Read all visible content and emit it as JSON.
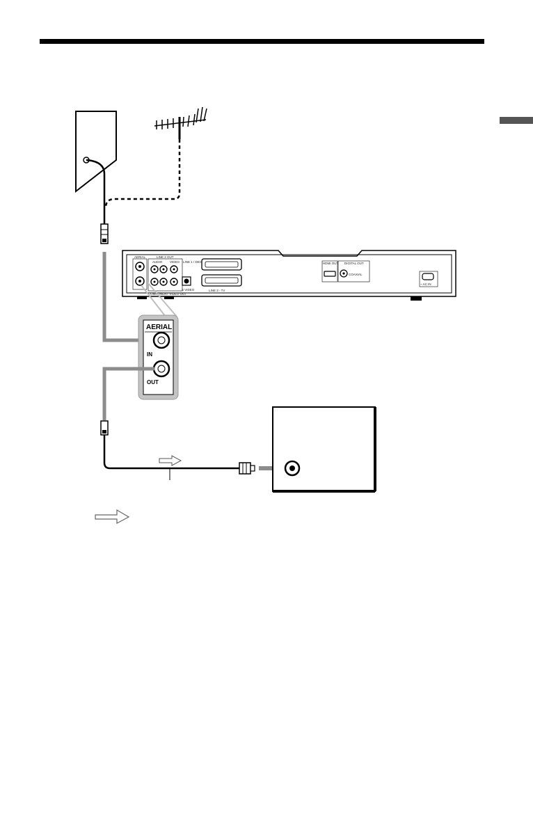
{
  "recorder_panel": {
    "aerial": "AERIAL",
    "line2_out": "LINE 2 OUT",
    "audio": "AUDIO",
    "video": "VIDEO",
    "line1_decoder": "LINE 1 / DECODER",
    "s_video": "S VIDEO",
    "component_video_out": "COMPONENT VIDEO OUT",
    "line3_tv": "LINE 3 - TV",
    "hdmi_out": "HDMI OUT",
    "digital_out": "DIGITAL OUT",
    "coaxial": "COAXIAL",
    "ac_in": "~ AC IN"
  },
  "aerial_callout": {
    "title": "AERIAL",
    "in_label": "IN",
    "out_label": "OUT"
  }
}
